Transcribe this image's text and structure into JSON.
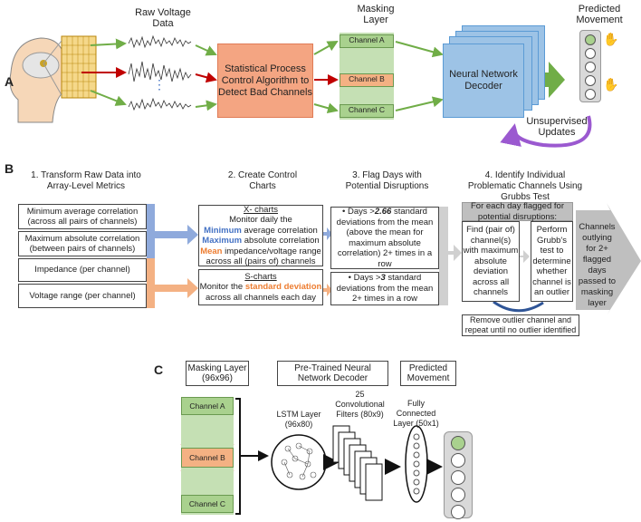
{
  "panelA": {
    "label": "A",
    "raw_voltage": "Raw Voltage Data",
    "spc": "Statistical Process Control Algorithm to Detect Bad Channels",
    "masking": "Masking Layer",
    "channels": [
      "Channel A",
      "Channel B",
      "Channel C"
    ],
    "decoder": "Neural Network Decoder",
    "predicted": "Predicted Movement",
    "updates": "Unsupervised Updates"
  },
  "panelB": {
    "label": "B",
    "step1": {
      "title": "1. Transform Raw Data into Array-Level Metrics",
      "items": [
        "Minimum average correlation (across all pairs of channels)",
        "Maximum absolute correlation (between pairs of channels)",
        "Impedance (per channel)",
        "Voltage range (per channel)"
      ]
    },
    "step2": {
      "title": "2. Create Control Charts",
      "xchart_title": "X- charts",
      "xchart_intro": "Monitor daily the",
      "min": "Minimum",
      "min_rest": " average correlation",
      "max": "Maximum",
      "max_rest": " absolute correlation",
      "mean": "Mean",
      "mean_rest": " impedance/voltage range",
      "xchart_end": "across all (pairs of) channels",
      "schart_title": "S-charts",
      "schart_intro": "Monitor the ",
      "sd": "standard deviation",
      "schart_end": "across all channels each day"
    },
    "step3": {
      "title": "3. Flag Days with Potential Disruptions",
      "b1_pre": "• Days >",
      "b1_val": "2.66",
      "b1_post": " standard deviations from the mean (above the mean for maximum absolute correlation) 2+ times in a row",
      "b2_pre": "• Days >",
      "b2_val": "3",
      "b2_post": " standard deviations from the mean 2+ times in a row"
    },
    "step4": {
      "title": "4. Identify Individual Problematic Channels Using Grubbs Test",
      "header": "For each day flagged for potential disruptions:",
      "find": "Find (pair of) channel(s) with maximum absolute deviation across all channels",
      "perform": "Perform Grubb's test to determine whether channel is an outlier",
      "remove": "Remove outlier channel and repeat until no outlier identified",
      "output": "Channels outlying for 2+ flagged days passed to masking layer"
    }
  },
  "panelC": {
    "label": "C",
    "masking": "Masking Layer (96x96)",
    "pretrained": "Pre-Trained Neural Network Decoder",
    "predicted": "Predicted Movement",
    "channels": [
      "Channel A",
      "Channel B",
      "Channel C"
    ],
    "lstm": "LSTM Layer (96x80)",
    "conv": "25 Convolutional Filters (80x9)",
    "fc": "Fully Connected Layer (50x1)"
  },
  "colors": {
    "green": "#a9d18e",
    "orange": "#f4b183",
    "blue": "#9dc3e6",
    "purple": "#9b59d0",
    "gray": "#bfbfbf"
  }
}
